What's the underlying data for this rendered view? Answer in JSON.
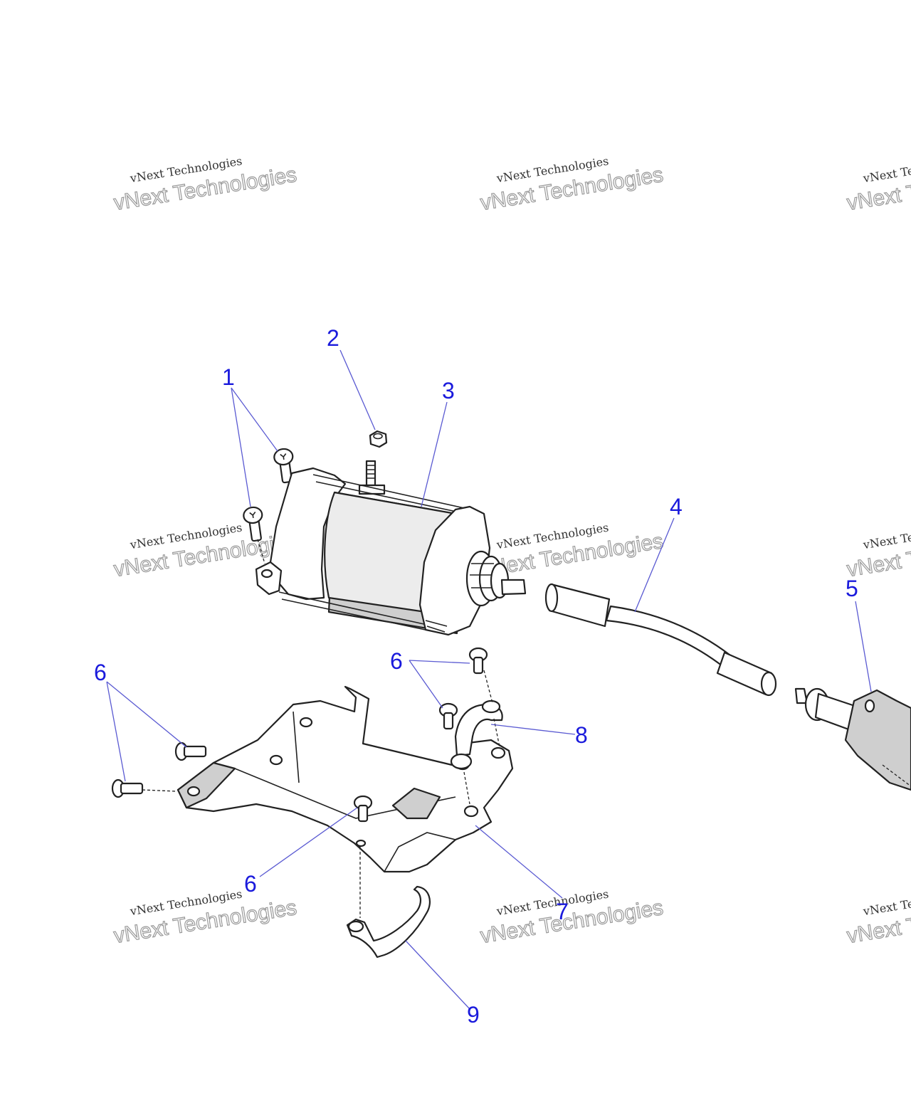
{
  "diagram": {
    "type": "exploded-parts-diagram",
    "colors": {
      "callout": "#1a1adc",
      "leader": "#5a5ad2",
      "line_art": "#222222",
      "shade": "#cfcfcf"
    },
    "watermark": {
      "line1": "vNext Technologies",
      "line2": "vNext Technologies"
    },
    "callouts": {
      "c1": "1",
      "c2": "2",
      "c3": "3",
      "c4": "4",
      "c5": "5",
      "c6a": "6",
      "c6b": "6",
      "c6c": "6",
      "c7": "7",
      "c8": "8",
      "c9": "9"
    },
    "parts": [
      "screw",
      "nut",
      "starter-motor",
      "cable-sleeve",
      "starter-drive",
      "bolt",
      "mounting-bracket",
      "clamp",
      "strap"
    ]
  }
}
